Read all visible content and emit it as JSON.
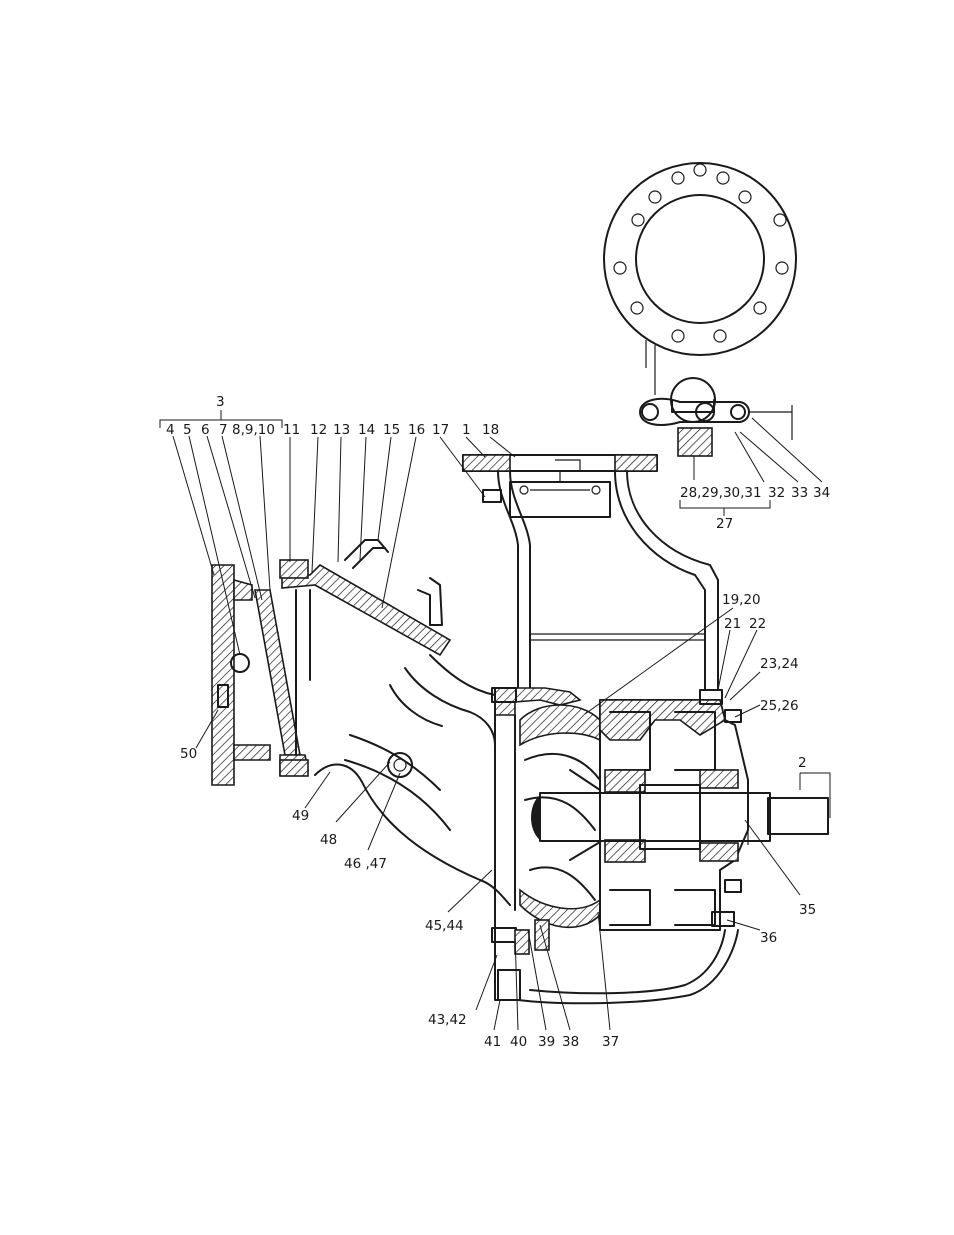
{
  "labels": {
    "l3": "3",
    "l4": "4",
    "l5": "5",
    "l6": "6",
    "l7": "7",
    "l8_10": "8,9,10",
    "l11": "11",
    "l12": "12",
    "l13": "13",
    "l14": "14",
    "l15": "15",
    "l16": "16",
    "l17": "17",
    "l1": "1",
    "l18": "18",
    "l19_20": "19,20",
    "l21": "21",
    "l22": "22",
    "l23_24": "23,24",
    "l25_26": "25,26",
    "l2": "2",
    "l28_31": "28,29,30,31",
    "l32": "32",
    "l33": "33",
    "l34": "34",
    "l27": "27",
    "l35": "35",
    "l36": "36",
    "l37": "37",
    "l38": "38",
    "l39": "39",
    "l40": "40",
    "l41": "41",
    "l43_42": "43,42",
    "l45_44": "45,44",
    "l46_47": "46 ,47",
    "l48": "48",
    "l49": "49",
    "l50": "50"
  }
}
